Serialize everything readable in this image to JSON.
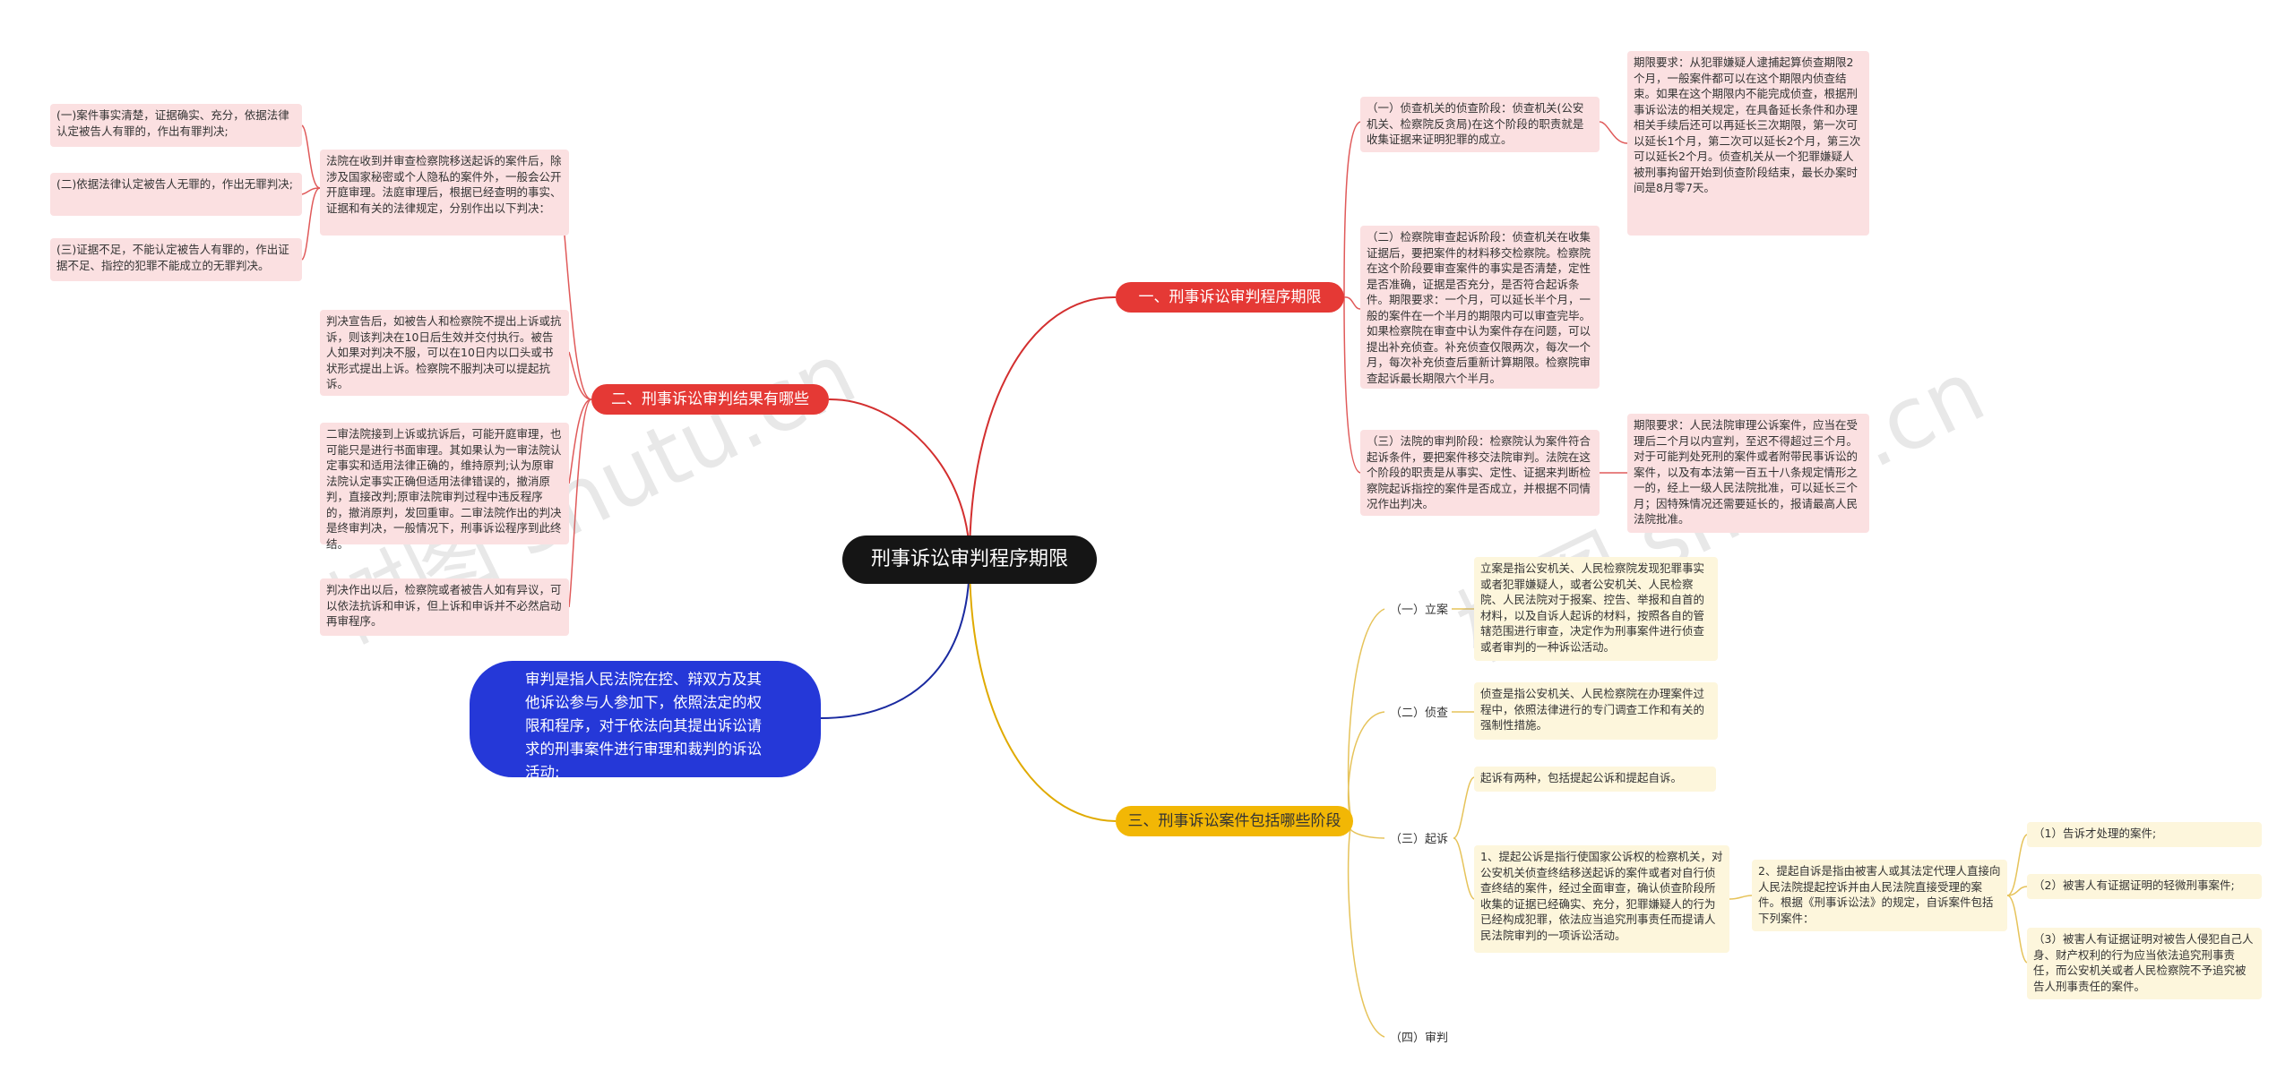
{
  "root": "刑事诉讼审判程序期限",
  "watermark": [
    "树图 shutu.cn",
    "树图 shutu.cn"
  ],
  "definition": "审判是指人民法院在控、辩双方及其他诉讼参与人参加下，依照法定的权限和程序，对于依法向其提出诉讼请求的刑事案件进行审理和裁判的诉讼活动;",
  "branch1": {
    "label": "一、刑事诉讼审判程序期限",
    "item1": "（一）侦查机关的侦查阶段：侦查机关(公安机关、检察院反贪局)在这个阶段的职责就是收集证据来证明犯罪的成立。",
    "item1_detail": "期限要求：从犯罪嫌疑人逮捕起算侦查期限2个月，一般案件都可以在这个期限内侦查结束。如果在这个期限内不能完成侦查，根据刑事诉讼法的相关规定，在具备延长条件和办理相关手续后还可以再延长三次期限，第一次可以延长1个月，第二次可以延长2个月，第三次可以延长2个月。侦查机关从一个犯罪嫌疑人被刑事拘留开始到侦查阶段结束，最长办案时间是8月零7天。",
    "item2": "（二）检察院审查起诉阶段：侦查机关在收集证据后，要把案件的材料移交检察院。检察院在这个阶段要审查案件的事实是否清楚，定性是否准确，证据是否充分，是否符合起诉条件。期限要求：一个月，可以延长半个月，一般的案件在一个半月的期限内可以审查完毕。如果检察院在审查中认为案件存在问题，可以提出补充侦查。补充侦查仅限两次，每次一个月，每次补充侦查后重新计算期限。检察院审查起诉最长期限六个半月。",
    "item3": "（三）法院的审判阶段：检察院认为案件符合起诉条件，要把案件移交法院审判。法院在这个阶段的职责是从事实、定性、证据来判断检察院起诉指控的案件是否成立，并根据不同情况作出判决。",
    "item3_detail": "期限要求：人民法院审理公诉案件，应当在受理后二个月以内宣判，至迟不得超过三个月。对于可能判处死刑的案件或者附带民事诉讼的案件，以及有本法第一百五十八条规定情形之一的，经上一级人民法院批准，可以延长三个月；因特殊情况还需要延长的，报请最高人民法院批准。"
  },
  "branch2": {
    "label": "二、刑事诉讼审判结果有哪些",
    "p1": "法院在收到并审查检察院移送起诉的案件后，除涉及国家秘密或个人隐私的案件外，一般会公开开庭审理。法庭审理后，根据已经查明的事实、证据和有关的法律规定，分别作出以下判决：",
    "r1": "(一)案件事实清楚，证据确实、充分，依据法律认定被告人有罪的，作出有罪判决;",
    "r2": "(二)依据法律认定被告人无罪的，作出无罪判决;",
    "r3": "(三)证据不足，不能认定被告人有罪的，作出证据不足、指控的犯罪不能成立的无罪判决。",
    "p2": "判决宣告后，如被告人和检察院不提出上诉或抗诉，则该判决在10日后生效并交付执行。被告人如果对判决不服，可以在10日内以口头或书状形式提出上诉。检察院不服判决可以提起抗诉。",
    "p3": "二审法院接到上诉或抗诉后，可能开庭审理，也可能只是进行书面审理。其如果认为一审法院认定事实和适用法律正确的，维持原判;认为原审法院认定事实正确但适用法律错误的，撤消原判，直接改判;原审法院审判过程中违反程序的，撤消原判，发回重审。二审法院作出的判决是终审判决，一般情况下，刑事诉讼程序到此终结。",
    "p4": "判决作出以后，检察院或者被告人如有异议，可以依法抗诉和申诉，但上诉和申诉并不必然启动再审程序。"
  },
  "branch3": {
    "label": "三、刑事诉讼案件包括哪些阶段",
    "s1": "（一）立案",
    "s1_text": "立案是指公安机关、人民检察院发现犯罪事实或者犯罪嫌疑人，或者公安机关、人民检察院、人民法院对于报案、控告、举报和自首的材料，以及自诉人起诉的材料，按照各自的管辖范围进行审查，决定作为刑事案件进行侦查或者审判的一种诉讼活动。",
    "s2": "（二）侦查",
    "s2_text": "侦查是指公安机关、人民检察院在办理案件过程中，依照法律进行的专门调查工作和有关的强制性措施。",
    "s3": "（三）起诉",
    "s3_a": "起诉有两种，包括提起公诉和提起自诉。",
    "s3_b": "1、提起公诉是指行使国家公诉权的检察机关，对公安机关侦查终结移送起诉的案件或者对自行侦查终结的案件，经过全面审查，确认侦查阶段所收集的证据已经确实、充分，犯罪嫌疑人的行为已经构成犯罪，依法应当追究刑事责任而提请人民法院审判的一项诉讼活动。",
    "s3_c": "2、提起自诉是指由被害人或其法定代理人直接向人民法院提起控诉并由人民法院直接受理的案件。根据《刑事诉讼法》的规定，自诉案件包括下列案件：",
    "c1": "（1）告诉才处理的案件;",
    "c2": "（2）被害人有证据证明的轻微刑事案件;",
    "c3": "（3）被害人有证据证明对被告人侵犯自己人身、财产权利的行为应当依法追究刑事责任，而公安机关或者人民检察院不予追究被告人刑事责任的案件。",
    "s4": "（四）审判"
  },
  "colors": {
    "root": "#151515",
    "red_branch": "#e53935",
    "yellow_branch": "#f2b705",
    "blue_node": "#2538d8",
    "pink_card": "#fbe0e1",
    "yellow_card": "#fdf6dc"
  }
}
